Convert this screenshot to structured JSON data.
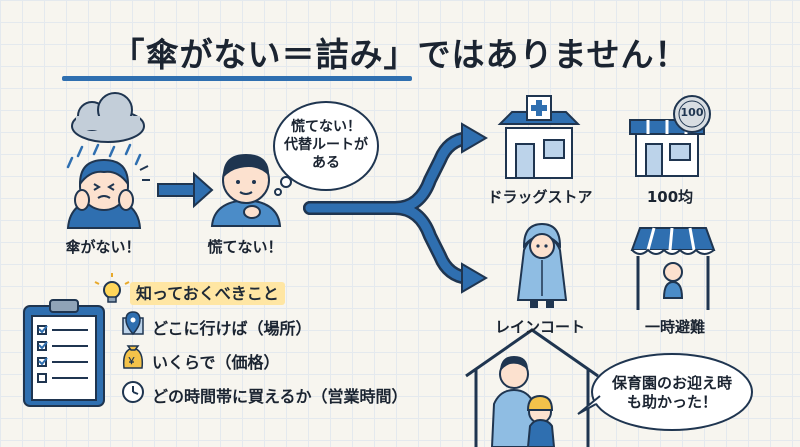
{
  "title": "「傘がない＝詰み」ではありません！",
  "scene": {
    "person1_label": "傘がない！",
    "person2_label": "慌てない！",
    "bubble_line1": "慌てない！",
    "bubble_line2": "代替ルートが",
    "bubble_line3": "ある"
  },
  "options": {
    "drugstore": "ドラッグストア",
    "shop100": "100均",
    "shop100_coin": "100",
    "raincoat": "レインコート",
    "shelter": "一時避難"
  },
  "tips": {
    "heading": "知っておくべきこと",
    "items": [
      "どこに行けば（場所）",
      "いくらで（価格）",
      "どの時間帯に買えるか（営業時間）"
    ],
    "yen_symbol": "￥"
  },
  "nursery_bubble": {
    "line1": "保育園のお迎え時",
    "line2": "も助かった！"
  },
  "colors": {
    "accent_blue": "#2f6fb0",
    "navy": "#1f3550",
    "highlight": "#ffe6a3",
    "cloud": "#b9c6d4"
  }
}
